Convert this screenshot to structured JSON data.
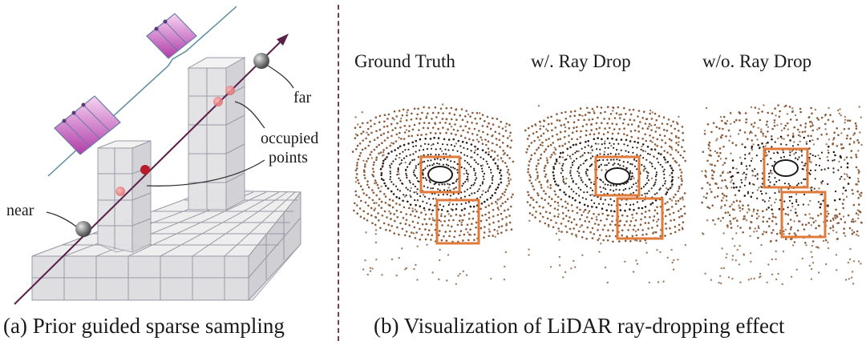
{
  "left": {
    "caption": "(a) Prior guided sparse sampling",
    "labels": {
      "far": "far",
      "near": "near",
      "occupied": "occupied",
      "points": "points"
    }
  },
  "right": {
    "caption": "(b) Visualization of LiDAR ray-dropping effect",
    "titles": [
      "Ground Truth",
      "w/. Ray Drop",
      "w/o. Ray Drop"
    ]
  },
  "colors": {
    "ray": "#5a1f4a",
    "highlight_box": "#e07a3a",
    "point_cloud": "#8a5a3a",
    "voxel_fill": "#dcdcdc",
    "voxel_edge": "#9a9aa6",
    "divider": "#7a3a5e",
    "camera_gradient_top": "#f6d4f2",
    "camera_gradient_bottom": "#b03ca8"
  }
}
